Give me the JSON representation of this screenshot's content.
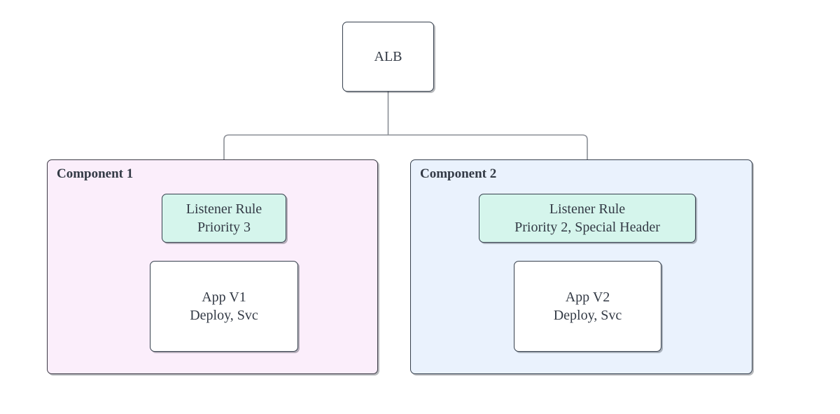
{
  "diagram": {
    "type": "flowchart",
    "nodes": [
      {
        "id": "alb",
        "label": "ALB",
        "sublabel": "",
        "shape": "rounded-rect",
        "fill": "#ffffff"
      },
      {
        "id": "listener-1",
        "label": "Listener Rule",
        "sublabel": "Priority 3",
        "shape": "rounded-rect",
        "fill": "#d5f5ec"
      },
      {
        "id": "listener-2",
        "label": "Listener Rule",
        "sublabel": "Priority 2, Special Header",
        "shape": "rounded-rect",
        "fill": "#d5f5ec"
      },
      {
        "id": "app-1",
        "label": "App V1",
        "sublabel": "Deploy, Svc",
        "shape": "rounded-rect",
        "fill": "#ffffff"
      },
      {
        "id": "app-2",
        "label": "App V2",
        "sublabel": "Deploy, Svc",
        "shape": "rounded-rect",
        "fill": "#ffffff"
      }
    ],
    "clusters": [
      {
        "id": "component-1",
        "title": "Component 1",
        "fill": "#fbeefb"
      },
      {
        "id": "component-2",
        "title": "Component 2",
        "fill": "#eaf2fd"
      }
    ],
    "edges": [
      {
        "from": "alb",
        "to": "listener-1",
        "style": "orthogonal-arrow"
      },
      {
        "from": "alb",
        "to": "listener-2",
        "style": "orthogonal-arrow"
      },
      {
        "from": "listener-1",
        "to": "app-1",
        "style": "straight-arrow"
      },
      {
        "from": "listener-2",
        "to": "app-2",
        "style": "straight-arrow"
      }
    ],
    "colors": {
      "edge": "#8b8f96",
      "node_border": "#36404d",
      "text": "#333a45",
      "background": "#ffffff"
    }
  }
}
